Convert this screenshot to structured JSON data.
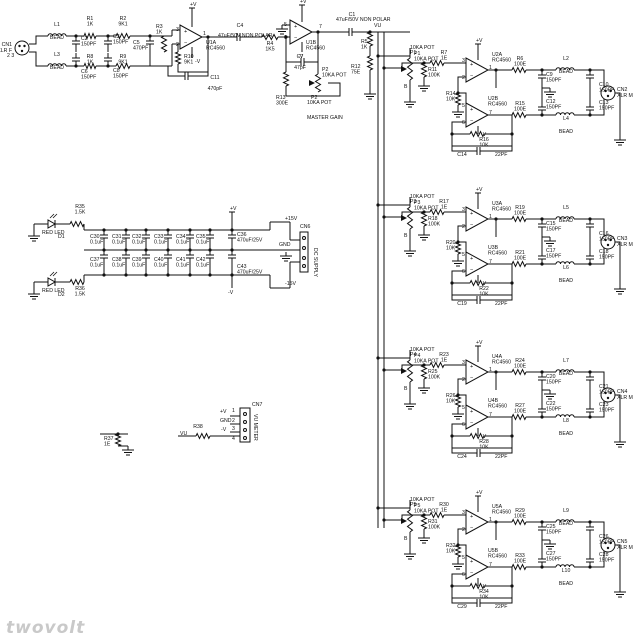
{
  "watermark": "twovolt",
  "input": {
    "connector": "CN1",
    "connector_type": "XLR F",
    "inductors": [
      {
        "ref": "L1",
        "value": "BEAD"
      },
      {
        "ref": "L3",
        "value": "BEAD"
      }
    ],
    "resistors": [
      {
        "ref": "R1",
        "value": "1K"
      },
      {
        "ref": "R2",
        "value": "9K1"
      },
      {
        "ref": "R8",
        "value": "1K"
      },
      {
        "ref": "R9",
        "value": "9K1"
      },
      {
        "ref": "R3",
        "value": "1K"
      },
      {
        "ref": "R10",
        "value": "9K1"
      }
    ],
    "caps": [
      {
        "ref": "C2",
        "value": "150PF"
      },
      {
        "ref": "C3",
        "value": "150PF"
      },
      {
        "ref": "C5",
        "value": "470PF"
      },
      {
        "ref": "C6",
        "value": "150PF"
      },
      {
        "ref": "C8",
        "value": "150PF"
      },
      {
        "ref": "C11",
        "value": "470pF"
      }
    ],
    "opamp": {
      "ref": "U1A",
      "part": "RC4560"
    },
    "pins": [
      "3",
      "2",
      "1"
    ]
  },
  "coupling": [
    {
      "ref": "C4",
      "value": "47uF/50V NON POLAR"
    },
    {
      "ref": "C1",
      "value": "47uF/50V NON POLAR"
    }
  ],
  "gain_stage": {
    "opamp": {
      "ref": "U1B",
      "part": "RC4560"
    },
    "r4": {
      "ref": "R4",
      "value": "1K5"
    },
    "c7": {
      "ref": "C7",
      "value": "47pF"
    },
    "r13": {
      "ref": "R13",
      "value": "300E"
    },
    "pot": {
      "ref": "P2",
      "value": "10KA POT"
    },
    "label": "MASTER GAIN",
    "pins": [
      "5",
      "6",
      "7"
    ]
  },
  "bias": [
    {
      "ref": "R5",
      "value": "1K"
    },
    {
      "ref": "R12",
      "value": "75E"
    }
  ],
  "net_vu": "VU",
  "supply": {
    "vpos": "+V",
    "vneg": "-V",
    "rails": [
      "+15V",
      "GND",
      "-15V"
    ]
  },
  "outputs": [
    {
      "pot": {
        "ref": "P1",
        "value": "10KA POT"
      },
      "r_in": {
        "ref": "R7",
        "value": "1E"
      },
      "r_pd": {
        "ref": "R11",
        "value": "100K"
      },
      "opA": {
        "ref": "U2A",
        "part": "RC4560"
      },
      "opB": {
        "ref": "U2B",
        "part": "RC4560"
      },
      "r_fb": {
        "ref": "R14",
        "value": "10K"
      },
      "r_out_a": {
        "ref": "R6",
        "value": "100E"
      },
      "r_out_b": {
        "ref": "R15",
        "value": "100E"
      },
      "r_b": {
        "ref": "R16",
        "value": "10K"
      },
      "c_fb": {
        "ref": "C14",
        "value": "22PF"
      },
      "bead_a": {
        "ref": "L2",
        "value": "BEAD"
      },
      "bead_b": {
        "ref": "L4",
        "value": "BEAD"
      },
      "c_a": {
        "ref": "C9",
        "value": "150PF"
      },
      "c_b": {
        "ref": "C12",
        "value": "150PF"
      },
      "c_c": {
        "ref": "C10",
        "value": "150PF"
      },
      "c_d": {
        "ref": "C13",
        "value": "150PF"
      },
      "connector": "CN2",
      "connector_type": "XLR M"
    },
    {
      "pot": {
        "ref": "P3",
        "value": "10KA POT"
      },
      "r_in": {
        "ref": "R17",
        "value": "1E"
      },
      "r_pd": {
        "ref": "R18",
        "value": "100K"
      },
      "opA": {
        "ref": "U3A",
        "part": "RC4560"
      },
      "opB": {
        "ref": "U3B",
        "part": "RC4560"
      },
      "r_fb": {
        "ref": "R20",
        "value": "10K"
      },
      "r_out_a": {
        "ref": "R19",
        "value": "100E"
      },
      "r_out_b": {
        "ref": "R21",
        "value": "100E"
      },
      "r_b": {
        "ref": "R22",
        "value": "10K"
      },
      "c_fb": {
        "ref": "C19",
        "value": "22PF"
      },
      "bead_a": {
        "ref": "L5",
        "value": "BEAD"
      },
      "bead_b": {
        "ref": "L6",
        "value": "BEAD"
      },
      "c_a": {
        "ref": "C15",
        "value": "150PF"
      },
      "c_b": {
        "ref": "C17",
        "value": "150PF"
      },
      "c_c": {
        "ref": "C16",
        "value": "150PF"
      },
      "c_d": {
        "ref": "C18",
        "value": "150PF"
      },
      "connector": "CN3",
      "connector_type": "XLR M"
    },
    {
      "pot": {
        "ref": "P4",
        "value": "10KA POT"
      },
      "r_in": {
        "ref": "R23",
        "value": "1E"
      },
      "r_pd": {
        "ref": "R25",
        "value": "100K"
      },
      "opA": {
        "ref": "U4A",
        "part": "RC4560"
      },
      "opB": {
        "ref": "U4B",
        "part": "RC4560"
      },
      "r_fb": {
        "ref": "R26",
        "value": "10K"
      },
      "r_out_a": {
        "ref": "R24",
        "value": "100E"
      },
      "r_out_b": {
        "ref": "R27",
        "value": "100E"
      },
      "r_b": {
        "ref": "R28",
        "value": "10K"
      },
      "c_fb": {
        "ref": "C24",
        "value": "22PF"
      },
      "bead_a": {
        "ref": "L7",
        "value": "BEAD"
      },
      "bead_b": {
        "ref": "L8",
        "value": "BEAD"
      },
      "c_a": {
        "ref": "C20",
        "value": "150PF"
      },
      "c_b": {
        "ref": "C22",
        "value": "150PF"
      },
      "c_c": {
        "ref": "C21",
        "value": "150PF"
      },
      "c_d": {
        "ref": "C23",
        "value": "150PF"
      },
      "connector": "CN4",
      "connector_type": "XLR M"
    },
    {
      "pot": {
        "ref": "P5",
        "value": "10KA POT"
      },
      "r_in": {
        "ref": "R30",
        "value": "1E"
      },
      "r_pd": {
        "ref": "R31",
        "value": "100K"
      },
      "opA": {
        "ref": "U5A",
        "part": "RC4560"
      },
      "opB": {
        "ref": "U5B",
        "part": "RC4560"
      },
      "r_fb": {
        "ref": "R32",
        "value": "10K"
      },
      "r_out_a": {
        "ref": "R29",
        "value": "100E"
      },
      "r_out_b": {
        "ref": "R33",
        "value": "100E"
      },
      "r_b": {
        "ref": "R34",
        "value": "10K"
      },
      "c_fb": {
        "ref": "C29",
        "value": "22PF"
      },
      "bead_a": {
        "ref": "L9",
        "value": "BEAD"
      },
      "bead_b": {
        "ref": "L10",
        "value": "BEAD"
      },
      "c_a": {
        "ref": "C25",
        "value": "150PF"
      },
      "c_b": {
        "ref": "C27",
        "value": "150PF"
      },
      "c_c": {
        "ref": "C26",
        "value": "150PF"
      },
      "c_d": {
        "ref": "C28",
        "value": "150PF"
      },
      "connector": "CN5",
      "connector_type": "XLR M"
    }
  ],
  "power": {
    "leds": [
      {
        "ref": "D1",
        "label": "RED LED",
        "r_ref": "R35",
        "r_value": "1.5K"
      },
      {
        "ref": "D2",
        "label": "RED LED",
        "r_ref": "R36",
        "r_value": "1.5K"
      }
    ],
    "caps_top": [
      {
        "ref": "C30",
        "value": "0.1uF"
      },
      {
        "ref": "C31",
        "value": "0.1uF"
      },
      {
        "ref": "C32",
        "value": "0.1uF"
      },
      {
        "ref": "C33",
        "value": "0.1uF"
      },
      {
        "ref": "C34",
        "value": "0.1uF"
      },
      {
        "ref": "C35",
        "value": "0.1uF"
      }
    ],
    "caps_bot": [
      {
        "ref": "C37",
        "value": "0.1uF"
      },
      {
        "ref": "C38",
        "value": "0.1uF"
      },
      {
        "ref": "C39",
        "value": "0.1uF"
      },
      {
        "ref": "C40",
        "value": "0.1uF"
      },
      {
        "ref": "C41",
        "value": "0.1uF"
      },
      {
        "ref": "C42",
        "value": "0.1uF"
      }
    ],
    "bulk": [
      {
        "ref": "C36",
        "value": "470uF/25V"
      },
      {
        "ref": "C43",
        "value": "470uF/25V"
      }
    ],
    "connector": "CN6",
    "connector_label": "DC SUPPLY",
    "rail_pos": "+15V",
    "rail_neg": "-15V",
    "gnd": "GND"
  },
  "vu": {
    "r37": {
      "ref": "R37",
      "value": "1E"
    },
    "r38": {
      "ref": "R38",
      "value": ""
    },
    "connector": "CN7",
    "connector_label": "VU METER",
    "pins": [
      "+V",
      "GND",
      "-V",
      "VU"
    ],
    "pin_nums": [
      "1",
      "2",
      "3",
      "4"
    ],
    "net": "VU"
  }
}
